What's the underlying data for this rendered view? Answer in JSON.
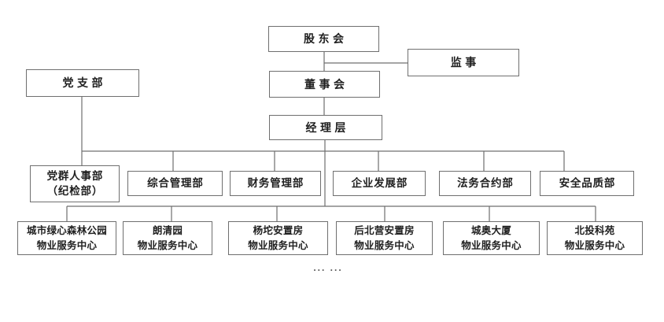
{
  "colors": {
    "border": "#6f6f6f",
    "line": "#6f6f6f",
    "text": "#1f1f1f",
    "ellipsis": "#555555",
    "background": "#ffffff"
  },
  "nodes": {
    "shareholders": "股东会",
    "supervisor": "监事",
    "party_branch": "党支部",
    "board": "董事会",
    "management": "经理层"
  },
  "departments": [
    {
      "line1": "党群人事部",
      "line2": "（纪检部）"
    },
    {
      "line1": "综合管理部"
    },
    {
      "line1": "财务管理部"
    },
    {
      "line1": "企业发展部"
    },
    {
      "line1": "法务合约部"
    },
    {
      "line1": "安全品质部"
    }
  ],
  "service_centers": [
    {
      "line1": "城市绿心森林公园",
      "line2": "物业服务中心"
    },
    {
      "line1": "朗清园",
      "line2": "物业服务中心"
    },
    {
      "line1": "杨坨安置房",
      "line2": "物业服务中心"
    },
    {
      "line1": "后北营安置房",
      "line2": "物业服务中心"
    },
    {
      "line1": "城奥大厦",
      "line2": "物业服务中心"
    },
    {
      "line1": "北投科苑",
      "line2": "物业服务中心"
    }
  ],
  "ellipsis": "... ..."
}
